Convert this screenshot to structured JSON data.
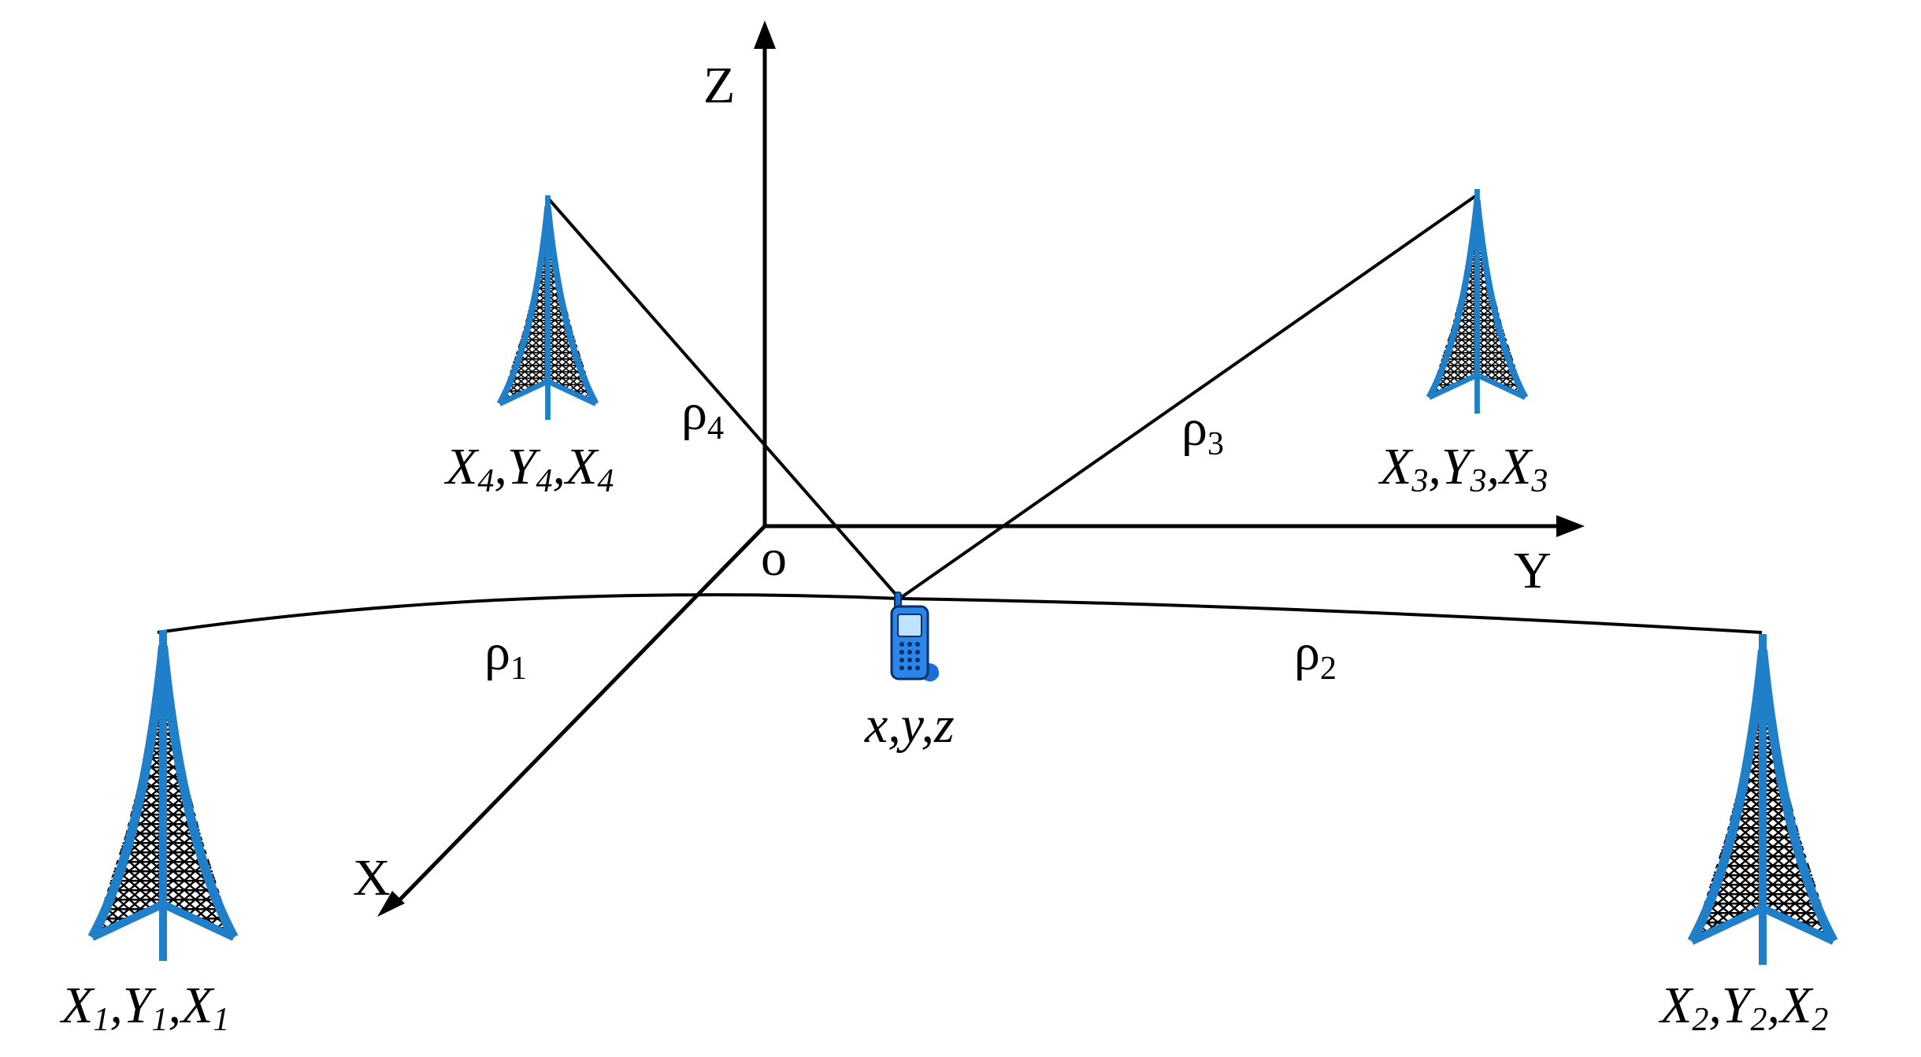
{
  "axes": {
    "z_label": "Z",
    "y_label": "Y",
    "x_label": "X",
    "origin_label": "o"
  },
  "ranges": [
    {
      "symbol": "ρ",
      "index": "1"
    },
    {
      "symbol": "ρ",
      "index": "2"
    },
    {
      "symbol": "ρ",
      "index": "3"
    },
    {
      "symbol": "ρ",
      "index": "4"
    }
  ],
  "towers": [
    {
      "x": "X",
      "xi": "1",
      "y": "Y",
      "yi": "1",
      "z": "X",
      "zi": "1"
    },
    {
      "x": "X",
      "xi": "2",
      "y": "Y",
      "yi": "2",
      "z": "X",
      "zi": "2"
    },
    {
      "x": "X",
      "xi": "3",
      "y": "Y",
      "yi": "3",
      "z": "X",
      "zi": "3"
    },
    {
      "x": "X",
      "xi": "4",
      "y": "Y",
      "yi": "4",
      "z": "X",
      "zi": "4"
    }
  ],
  "receiver": {
    "label": "x,y,z"
  },
  "colors": {
    "tower": "#1f7fc8",
    "lines": "#000000",
    "phone": "#1a6fd6"
  },
  "icons": [
    "cell-tower-icon",
    "mobile-phone-icon"
  ]
}
